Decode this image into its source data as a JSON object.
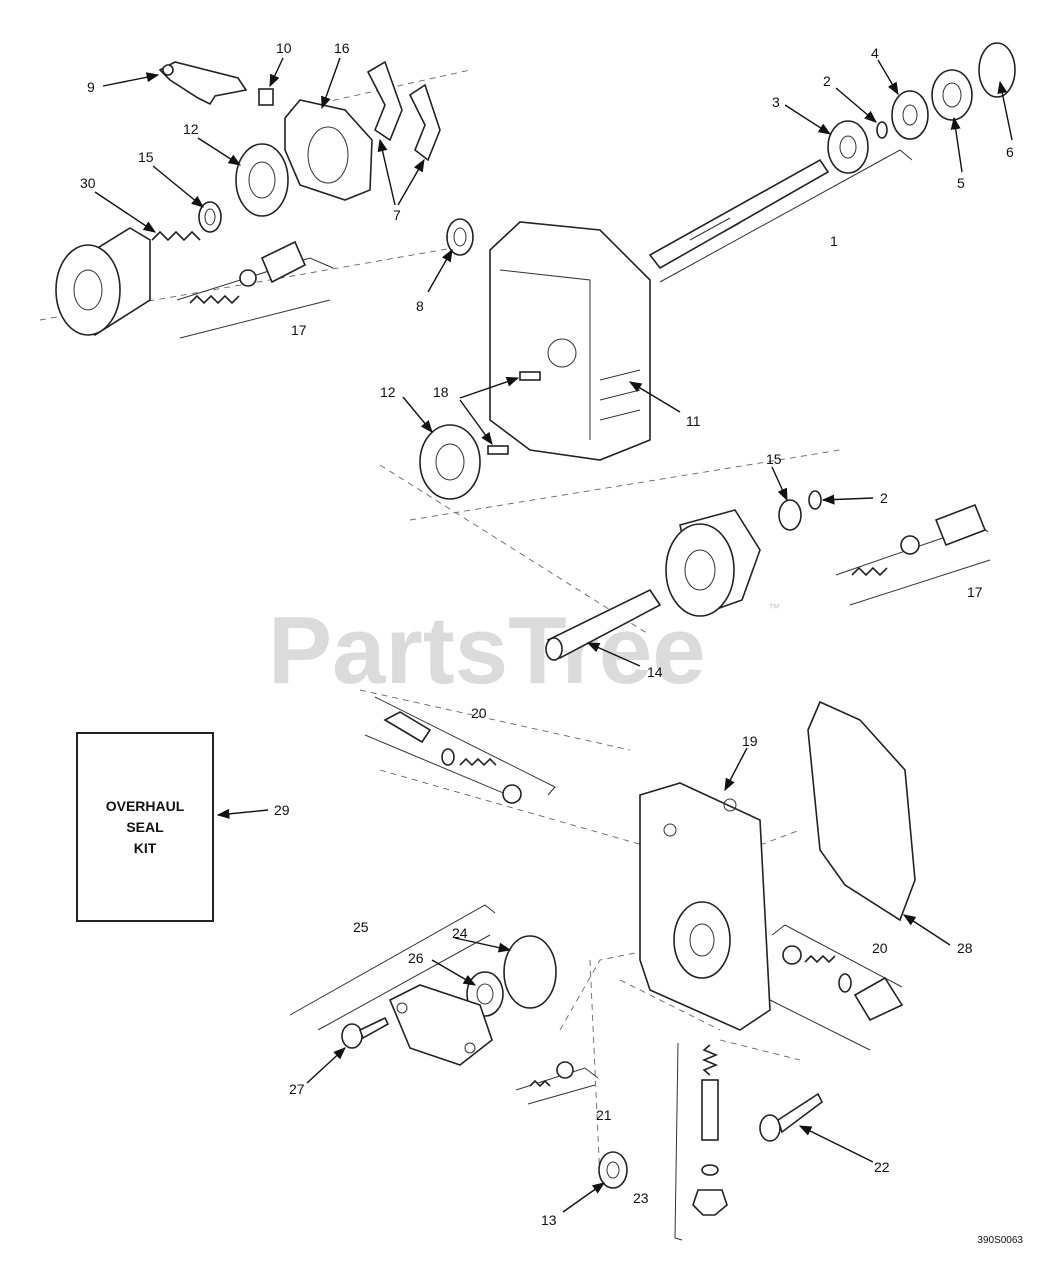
{
  "watermark": {
    "text": "PartsTree",
    "trademark": "™"
  },
  "kit_box": {
    "lines": [
      "OVERHAUL",
      "SEAL",
      "KIT"
    ]
  },
  "drawing_code": "390S0063",
  "callouts": {
    "c1": "1",
    "c2a": "2",
    "c2b": "2",
    "c3": "3",
    "c4": "4",
    "c5": "5",
    "c6": "6",
    "c7": "7",
    "c8": "8",
    "c9": "9",
    "c10": "10",
    "c11": "11",
    "c12a": "12",
    "c12b": "12",
    "c13": "13",
    "c14": "14",
    "c15a": "15",
    "c15b": "15",
    "c16": "16",
    "c17a": "17",
    "c17b": "17",
    "c18": "18",
    "c19": "19",
    "c20a": "20",
    "c20b": "20",
    "c21": "21",
    "c22": "22",
    "c23": "23",
    "c24": "24",
    "c25": "25",
    "c26": "26",
    "c27": "27",
    "c28": "28",
    "c29": "29",
    "c30": "30"
  }
}
